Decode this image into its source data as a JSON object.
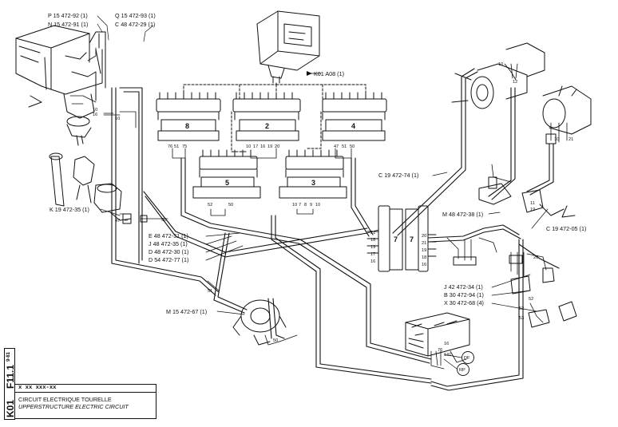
{
  "doc": {
    "page_code": "K01",
    "page_sheet": "F11.1",
    "page_date": "9-81",
    "reference": "x xx xxx-xx",
    "title_fr": "CIRCUIT ELECTRIQUE TOURELLE",
    "title_en": "UPPERSTRUCTURE ELECTRIC CIRCUIT"
  },
  "labels": {
    "p": "P 15 472-92 (1)",
    "n": "N 15 472-91 (1)",
    "q": "Q 15 472-93 (1)",
    "c48": "C 48 472-29 (1)",
    "k01": "K01 A08 (1)",
    "c19": "C 19 472-74 (1)",
    "k19": "K 19 472-35 (1)",
    "m48": "M 48 472-38 (1)",
    "c1905": "C 19 472-05 (1)",
    "e": "E 48 472-31 (1)",
    "j48": "J 48 472-35 (1)",
    "d48": "D 48 472-30 (1)",
    "d54": "D 54 472-77 (1)",
    "m15": "M 15 472-67 (1)",
    "j42": "J 42 472-34 (1)",
    "b30": "B 30 472-94 (1)",
    "x30": "X 30 472-68 (4)",
    "df": "DF",
    "rp": "RP"
  },
  "connectors": {
    "c8": {
      "num": "8",
      "pins": [
        "76",
        "51",
        "75"
      ]
    },
    "c2": {
      "num": "2",
      "pins": [
        "10",
        "17",
        "16",
        "19",
        "20"
      ]
    },
    "c4": {
      "num": "4",
      "pins": [
        "47",
        "51",
        "50"
      ]
    },
    "c5": {
      "num": "5",
      "pins": [
        "52",
        "50"
      ]
    },
    "c3": {
      "num": "3",
      "pins": [
        "10",
        "7",
        "8",
        "9",
        "10"
      ]
    }
  },
  "terminal_block": {
    "left_num": "7",
    "right_num": "7",
    "left_pins": [
      "21",
      "18",
      "19",
      "17",
      "16"
    ],
    "right_pins": [
      "20",
      "21",
      "19",
      "18",
      "16"
    ]
  },
  "wire_numbers": {
    "w10a": "10",
    "w16a": "16",
    "w10b": "10",
    "w12": "12",
    "w10c": "10",
    "w21a": "21",
    "w10d": "10",
    "w11": "11",
    "w19": "19",
    "w50a": "50",
    "w47": "47",
    "w51": "51",
    "w50b": "50",
    "w20": "20",
    "w52a": "52",
    "w52b": "52",
    "w53": "53",
    "w76": "76",
    "w16b": "16",
    "w131": "131"
  }
}
